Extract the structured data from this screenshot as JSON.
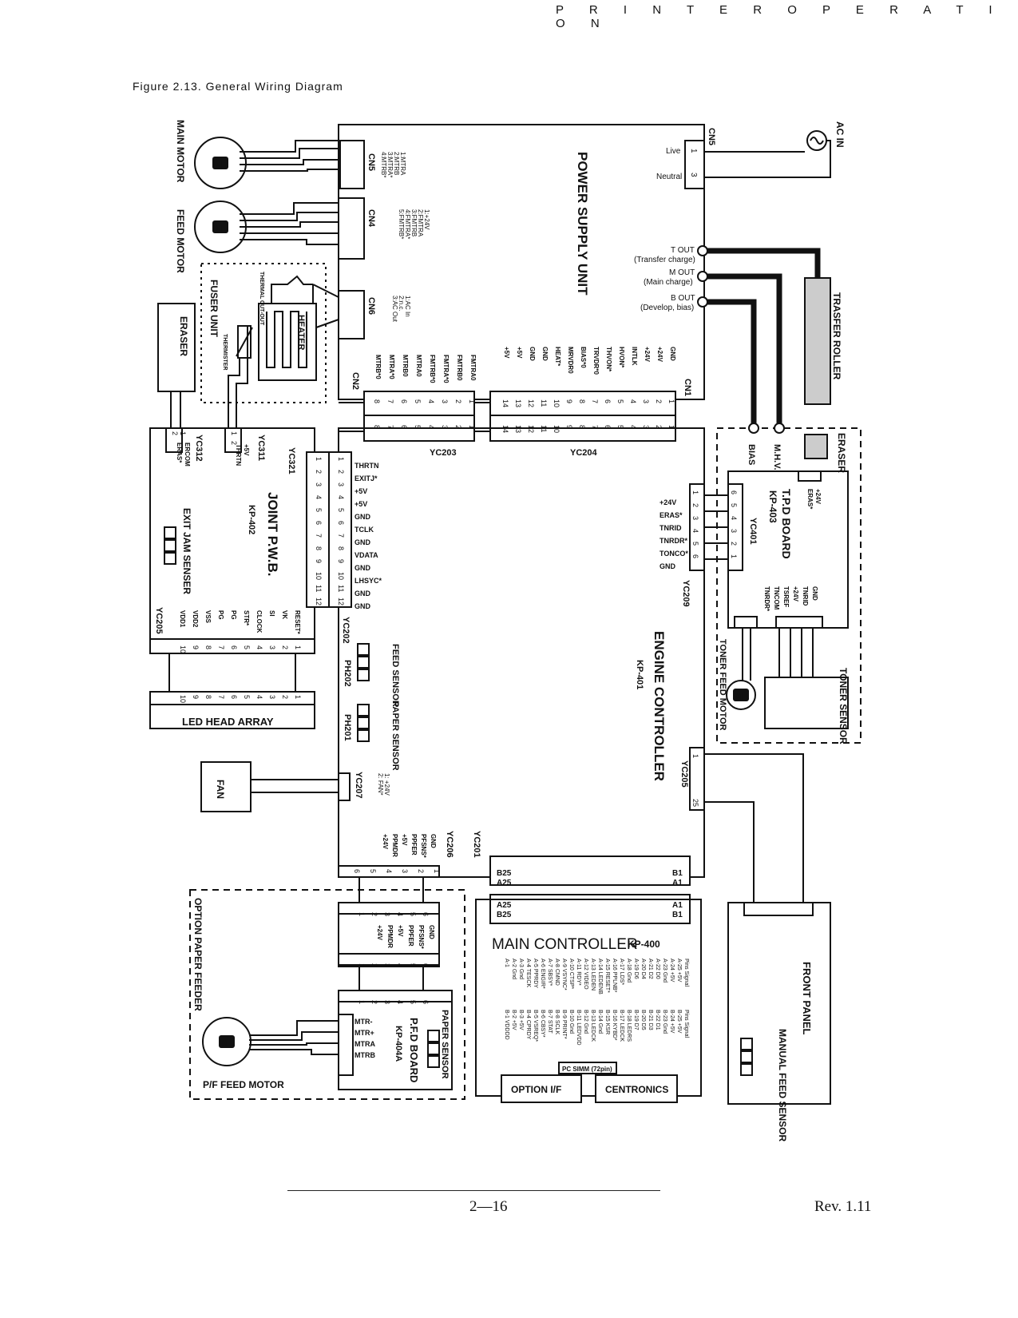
{
  "header": "P R I N T E R   O P E R A T I O N",
  "caption": "Figure 2.13. General Wiring Diagram",
  "footer": {
    "page": "2—16",
    "revision": "Rev. 1.11"
  },
  "diagram": {
    "power_supply_unit": "POWER SUPPLY UNIT",
    "ac_in": "AC IN",
    "live": "Live",
    "neutral": "Neutral",
    "cn5_ac": "CN5",
    "ac_pins": [
      "1",
      "3"
    ],
    "t_out": "T OUT",
    "t_out_desc": "(Transfer charge)",
    "m_out": "M OUT",
    "m_out_desc": "(Main charge)",
    "b_out": "B OUT",
    "b_out_desc": "(Develop, bias)",
    "transfer_roller": "TRASFER ROLLER",
    "main_motor": "MAIN MOTOR",
    "feed_motor": "FEED MOTOR",
    "motor_glyph": "M",
    "cn5": "CN5",
    "cn5_pins": [
      "1:MTRA",
      "2:MTRB",
      "3:MTRA*",
      "4:MTRB*"
    ],
    "cn4": "CN4",
    "cn4_pins": [
      "1:+24V",
      "2:FMTRA",
      "3:FMTRB",
      "4:FMTRA*",
      "5:FMTRB*"
    ],
    "cn6": "CN6",
    "cn6_pins": [
      "1:AC In",
      "2:n.c.",
      "3:AC Out"
    ],
    "fuser_unit": "FUSER UNIT",
    "heater": "HEATER",
    "thermal_cutout": "THERMAL CUT-OUT",
    "thermistor": "THERMISTER",
    "eraser_left": "ERASER",
    "cn2": "CN2",
    "cn2_signals": [
      "FMTRA0",
      "FMTRB0",
      "FMTRA*0",
      "FMTRB*0",
      "MTRA0",
      "MTRB0",
      "MTRA*0",
      "MTRB*0"
    ],
    "cn2_pins": [
      "1",
      "2",
      "3",
      "4",
      "5",
      "6",
      "7",
      "8"
    ],
    "cn1": "CN1",
    "cn1_signals": [
      "GND",
      "+24V",
      "+24V",
      "INTLK",
      "HVON*",
      "THVON*",
      "TRVDR*0",
      "BIAS*0",
      "MRVDR0",
      "HEAT*",
      "GND",
      "GND",
      "+5V",
      "+5V"
    ],
    "cn1_pins": [
      "1",
      "2",
      "3",
      "4",
      "5",
      "6",
      "7",
      "8",
      "9",
      "10",
      "11",
      "12",
      "13",
      "14"
    ],
    "yc203": "YC203",
    "yc204": "YC204",
    "joint_pwb": "JOINT P.W.B.",
    "kp402": "KP-402",
    "yc321": "YC321",
    "yc311": "YC311",
    "yc311_pins": [
      "1",
      "2"
    ],
    "yc311_signals": [
      "+5V",
      "THRTN"
    ],
    "yc312": "YC312",
    "yc312_pins": [
      "1",
      "2"
    ],
    "yc312_signals": [
      "ERCOM",
      "ERAS*"
    ],
    "exit_jam_sensor": "EXIT JAM SENSER",
    "yc205_jp": "YC205",
    "yc205_jp_signals": [
      "RESET*",
      "VK",
      "SI",
      "CLOCK",
      "STR*",
      "PG",
      "PG",
      "VSS",
      "VDD2",
      "VDD1"
    ],
    "led_pins": [
      "1",
      "2",
      "3",
      "4",
      "5",
      "6",
      "7",
      "8",
      "9",
      "10"
    ],
    "led_head_array": "LED HEAD ARRAY",
    "ribbon_pins": [
      "1",
      "2",
      "3",
      "4",
      "5",
      "6",
      "7",
      "8",
      "9",
      "10",
      "11",
      "12"
    ],
    "yc202": "YC202",
    "yc202_signals": [
      "THRTN",
      "EXITJ*",
      "+5V",
      "+5V",
      "GND",
      "TCLK",
      "GND",
      "VDATA",
      "GND",
      "LHSYC*",
      "GND",
      "GND"
    ],
    "feed_sensor": "FEED SENSOR",
    "ph202": "PH202",
    "paper_sensor": "PAPER SENSOR",
    "ph201": "PH201",
    "fan": "FAN",
    "yc207": "YC207",
    "yc207_pins": [
      "1: +24V",
      "2: FAN*"
    ],
    "engine_controller": "ENGINE CONTROLLER",
    "kp401": "KP-401",
    "yc209": "YC209",
    "yc209_signals": [
      "+24V",
      "ERAS*",
      "TNRID",
      "TNRDR*",
      "TONCO*",
      "GND"
    ],
    "yc209_pins": [
      "1",
      "2",
      "3",
      "4",
      "5",
      "6"
    ],
    "yc401_pins": [
      "6",
      "5",
      "4",
      "3",
      "2",
      "1"
    ],
    "tpd_board": "T.P.D BOARD",
    "kp403": "KP-403",
    "yc401": "YC401",
    "tpd_top_pins": [
      "+24V",
      "ERAS*"
    ],
    "tpd_signals": [
      "GND",
      "TNRID",
      "+24V",
      "TSREF",
      "TNCOM",
      "TNRDR*"
    ],
    "eraser_right": "ERASER",
    "toner_sensor": "TONER SENSOR",
    "toner_feed_motor": "TONER FEED MOTOR",
    "bias": "BIAS",
    "mhv": "M.H.V.",
    "yc205_ec": "YC205",
    "yc205_ec_pins": [
      "1",
      "25"
    ],
    "yc206": "YC206",
    "yc201": "YC201",
    "yc206_signals": [
      "GND",
      "PFSNS*",
      "PPFER",
      "+5V",
      "PPMDR",
      "+24V"
    ],
    "yc206_pins": [
      "1",
      "2",
      "3",
      "4",
      "5",
      "6"
    ],
    "yc201_labels": [
      "B25",
      "A25",
      "B1",
      "A1"
    ],
    "main_controller": "MAIN CONTROLLER",
    "kp400": "KP-400",
    "mc_slot_labels": [
      "A25",
      "B25",
      "A1",
      "B1"
    ],
    "mc_pin_rows_a": [
      "Pins Signal",
      "A-25 +5V",
      "A-24 +5V",
      "A-23 Gnd",
      "A-22 D0",
      "A-21 D2",
      "A-20 D4",
      "A-19 D6",
      "A-18 Gnd",
      "A-17 LDS*",
      "A-16 PPLNB*",
      "A-15 RESET*",
      "A-14 LEDENB",
      "A-13 LEDEN",
      "A-12 VIDEO",
      "A-11 RDY*",
      "A-10 CTSP*",
      "A-9 VSYNC*",
      "A-8 CMND",
      "A-7 SBSY*",
      "A-6 ENGIR*",
      "A-5 PPRDY",
      "A-4 TESCK",
      "A-3 Gnd",
      "A-2 Gnd",
      "A-1"
    ],
    "mc_pin_rows_b": [
      "Pins Signal",
      "B-25 +5V",
      "B-24 +5V",
      "B-23 Gnd",
      "B-22 D1",
      "B-21 D3",
      "B-20 D5",
      "B-19 D7",
      "B-18 LEDRS",
      "B-17 LEDCK",
      "B-16 KYBD*",
      "B-15 KSR",
      "B-14 Gnd",
      "B-13 LEDCK",
      "B-12 Gnd",
      "B-11 LEDVDD",
      "B-10 Gnd",
      "B-9 PRINT*",
      "B-8 SCLK",
      "B-7 STAT",
      "B-6 CBSY*",
      "B-5 VSREQ*",
      "B-4 CPRDY",
      "B-3 +5V",
      "B-2 +5V",
      "B-1 VDDDD"
    ],
    "pc_simm": "PC SIMM (72pin)",
    "option_if": "OPTION I/F",
    "centronics": "CENTRONICS",
    "front_panel": "FRONT PANEL",
    "manual_feed_sensor": "MANUAL FEED SENSOR",
    "option_paper_feeder": "OPTION PAPER FEEDER",
    "opf_top_pins": [
      "1",
      "2",
      "3",
      "4",
      "5",
      "6"
    ],
    "opf_signals": [
      "GND",
      "PFSNS*",
      "PPFER",
      "+5V",
      "PPMDR",
      "+24V"
    ],
    "pfd_board": "P.F.D BOARD",
    "kp404a": "KP-404A",
    "pfd_motor_signals": [
      "MTR-",
      "MTR+",
      "MTRA",
      "MTRB"
    ],
    "pfd_paper_sensor": "PAPER SENSOR",
    "pf_feed_motor": "P/F FEED MOTOR"
  }
}
